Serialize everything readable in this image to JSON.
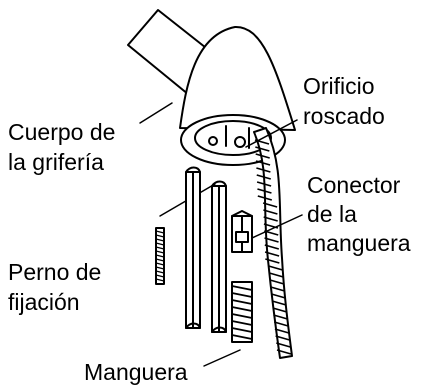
{
  "labels": {
    "faucet_body": [
      "Cuerpo de",
      "la grifería"
    ],
    "threaded_hole": [
      "Orificio",
      "roscado"
    ],
    "hose_connector": [
      "Conector",
      "de la",
      "manguera"
    ],
    "mounting_stud": [
      "Perno de",
      "fijación"
    ],
    "hose": [
      "Manguera"
    ]
  },
  "colors": {
    "ink": "#000000",
    "paper": "#ffffff"
  }
}
